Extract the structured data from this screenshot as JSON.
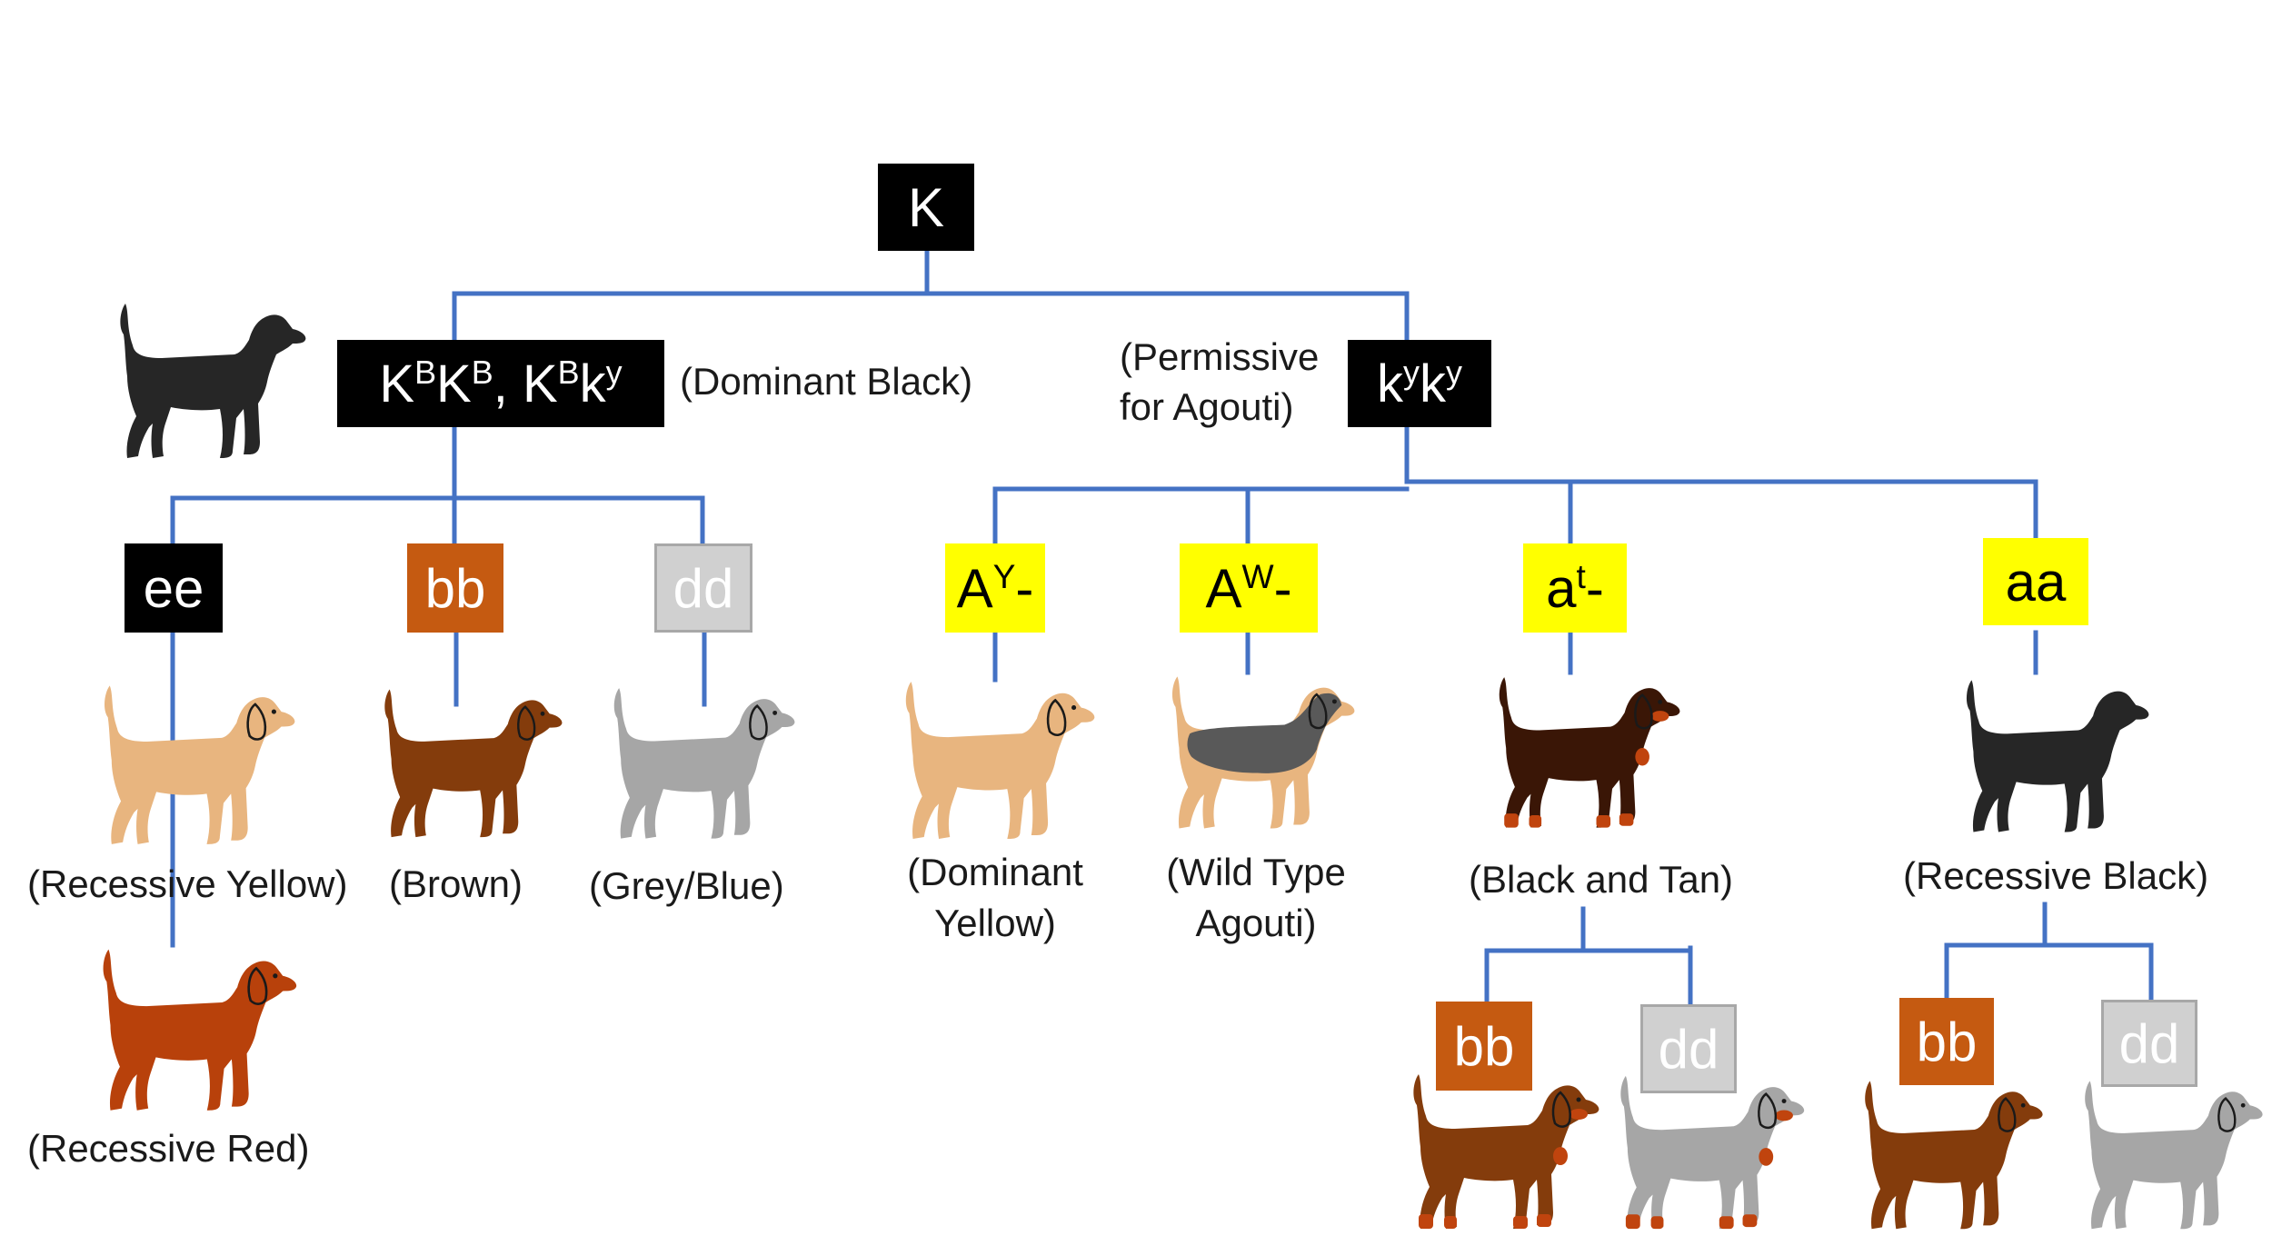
{
  "root": {
    "label": "K"
  },
  "dominant_black": {
    "genotype": [
      {
        "t": "K"
      },
      {
        "s": "B"
      },
      {
        "t": "K"
      },
      {
        "s": "B"
      },
      {
        "t": ", K"
      },
      {
        "s": "B"
      },
      {
        "t": "k"
      },
      {
        "s": "y"
      }
    ],
    "description": "(Dominant Black)"
  },
  "permissive": {
    "genotype": [
      {
        "t": "k"
      },
      {
        "s": "y"
      },
      {
        "t": "k"
      },
      {
        "s": "y"
      }
    ],
    "description_line1": "(Permissive",
    "description_line2": "for  Agouti)"
  },
  "branches": {
    "ee": {
      "label": "ee",
      "description": "(Recessive Yellow)",
      "sub_description": "(Recessive Red)"
    },
    "bb": {
      "label": "bb",
      "description": "(Brown)"
    },
    "dd": {
      "label": "dd",
      "description": "(Grey/Blue)"
    },
    "ay": {
      "genotype": [
        {
          "t": "A"
        },
        {
          "s": "Y"
        },
        {
          "t": "-"
        }
      ],
      "description_line1": "(Dominant",
      "description_line2": "Yellow)"
    },
    "aw": {
      "genotype": [
        {
          "t": "A"
        },
        {
          "s": "W"
        },
        {
          "t": "-"
        }
      ],
      "description_line1": "(Wild Type",
      "description_line2": "Agouti)"
    },
    "at": {
      "genotype": [
        {
          "t": "a"
        },
        {
          "s": "t"
        },
        {
          "t": "-"
        }
      ],
      "description": "(Black and Tan)",
      "sub_bb": "bb",
      "sub_dd": "dd"
    },
    "aa": {
      "label": "aa",
      "description": "(Recessive Black)",
      "sub_bb": "bb",
      "sub_dd": "dd"
    }
  },
  "colors": {
    "line": "#4472c4",
    "black_box": "#000000",
    "brown_box": "#c55a11",
    "grey_box": "#d0d0d0",
    "yellow_box": "#ffff00",
    "dog_black": "#262626",
    "dog_yellow": "#e8b57f",
    "dog_brown": "#843c0c",
    "dog_grey": "#a6a6a6",
    "dog_red": "#b8410b",
    "tan_points": "#c0440e"
  }
}
